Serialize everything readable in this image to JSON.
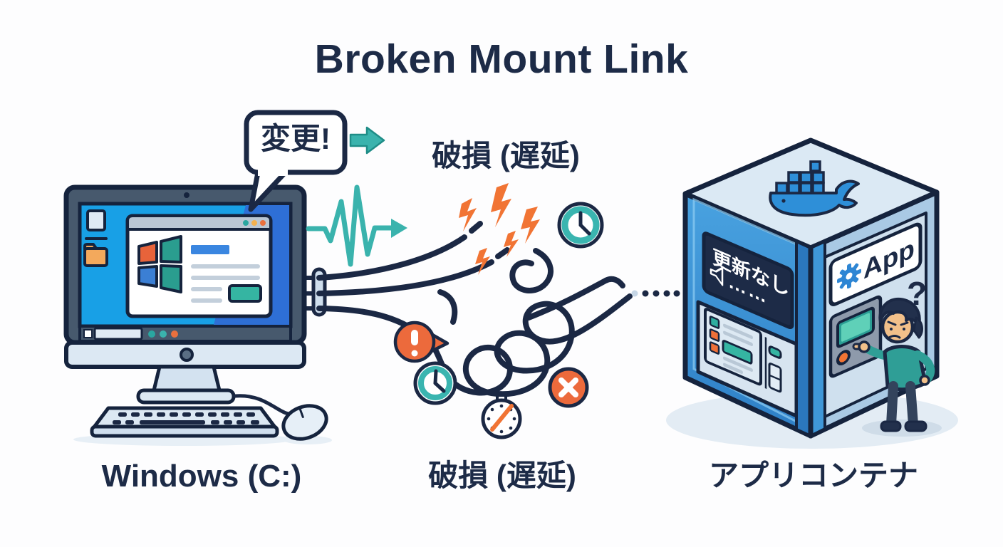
{
  "title": "Broken Mount Link",
  "windows_side": {
    "label": "Windows (C:)",
    "speech_bubble_text": "変更!"
  },
  "link": {
    "top_label": "破損 (遅延)",
    "bottom_label": "破損 (遅延)"
  },
  "container_side": {
    "label": "アプリコンテナ",
    "screen_text": "更新なし",
    "screen_dots": "……",
    "app_sign_label": "App",
    "question_mark": "?"
  },
  "icons": {
    "docker-whale-icon": "docker whale with container blocks",
    "windows-logo-icon": "four-pane windows flag",
    "folder-icon": "orange desktop folder",
    "file-icon": "desktop file",
    "pulse-arrow-icon": "teal heartbeat waveform arrow",
    "block-arrow-icon": "teal right block arrow",
    "lightning-icon": "orange break sparks",
    "clock-icon": "teal ring clock",
    "alert-icon": "orange exclamation bubble",
    "stopwatch-icon": "stopwatch with orange hand",
    "error-x-icon": "orange circle with white x",
    "gear-icon": "blue gear on app sign",
    "speaker-mute-icon": "white speaker outline",
    "question-mark-icon": "navy question mark",
    "keyboard-icon": "keyboard",
    "mouse-icon": "mouse"
  },
  "colors": {
    "navy": "#1b2844",
    "teal": "#3ab3ad",
    "orange": "#f17434",
    "alert_orange": "#ec6a3c",
    "docker_blue": "#2e8fd8",
    "screen_blue": "#18a0e6",
    "royal_blue": "#2e6fd6",
    "light_blue": "#d9e6f2",
    "face_blue": "#49a2e0",
    "background": "#fdfdfe"
  }
}
